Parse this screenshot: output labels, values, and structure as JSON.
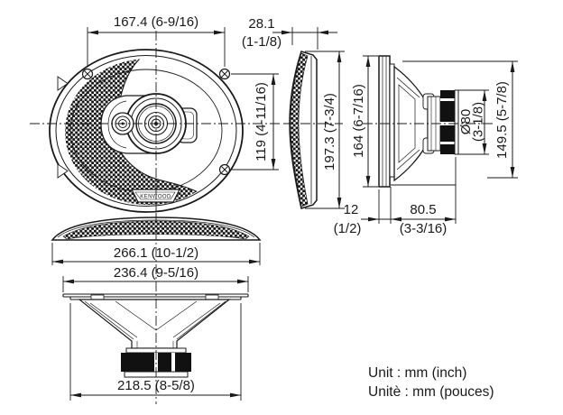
{
  "brand_label": "KENWOOD",
  "unit_note": {
    "en": "Unit : mm (inch)",
    "fr": "Unitè : mm (pouces)"
  },
  "colors": {
    "line": "#1a1a1a",
    "background": "#ffffff",
    "magnet_fill": "#111111"
  },
  "dimensions": {
    "front_width": "167.4 (6-9/16)",
    "front_hole_pitch": "119 (4-11/16)",
    "grille_depth_value": "28.1",
    "grille_depth_inch": "(1-1/8)",
    "grille_height": "197.3 (7-3/4)",
    "frame_height": "164 (6-7/16)",
    "magnet_diameter_value": "Ø80",
    "magnet_diameter_inch": "(3-1/8)",
    "basket_height": "149.5 (5-7/8)",
    "front_protrusion_value": "12",
    "front_protrusion_inch": "(1/2)",
    "mounting_depth_value": "80.5",
    "mounting_depth_inch": "(3-3/16)",
    "grille_outer_width": "266.1 (10-1/2)",
    "frame_outer_width": "236.4 (9-5/16)",
    "basket_outer_width": "218.5 (8-5/8)"
  }
}
